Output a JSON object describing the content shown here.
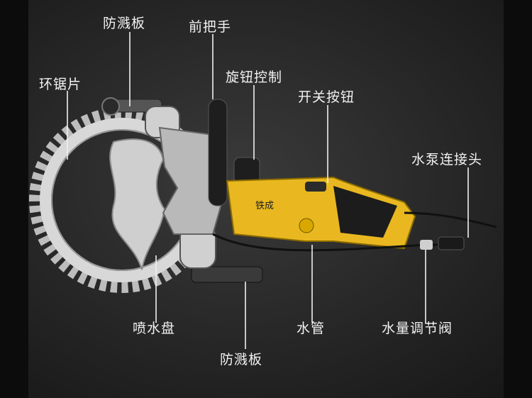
{
  "labels": {
    "splash_guard_top": "防溅板",
    "front_handle": "前把手",
    "ring_saw_blade": "环锯片",
    "knob_control": "旋钮控制",
    "power_switch": "开关按钮",
    "pump_connector": "水泵连接头",
    "water_spray_disc": "喷水盘",
    "water_hose": "水管",
    "flow_valve": "水量调节阀",
    "splash_guard_bottom": "防溅板"
  },
  "brand_text": "铁成",
  "colors": {
    "body_yellow": "#e9b820",
    "background": "#2b2b2b",
    "blade": "#d4d4d4"
  }
}
